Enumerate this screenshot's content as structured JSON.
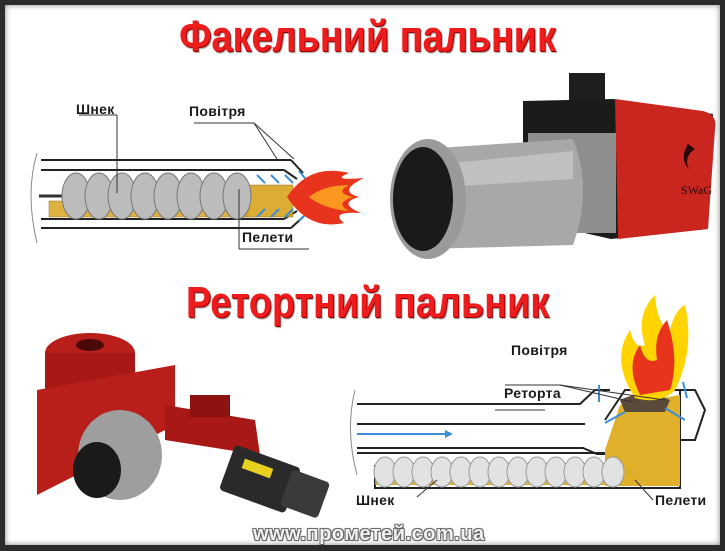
{
  "titles": {
    "torch": "Факельний пальник",
    "retort": "Ретортний пальник"
  },
  "torch_diagram": {
    "labels": {
      "auger": "Шнек",
      "air": "Повітря",
      "pellets": "Пелети"
    }
  },
  "retort_diagram": {
    "labels": {
      "air": "Повітря",
      "retort": "Реторта",
      "auger": "Шнек",
      "pellets": "Пелети"
    }
  },
  "product_photos": {
    "torch_burner": "torch-burner-photo",
    "torch_burner_brand": "SWaG",
    "retort_burner": "retort-burner-photo"
  },
  "footer": {
    "url": "www.прометей.com.ua"
  },
  "colors": {
    "title_red": "#ee1c1c",
    "frame": "#2b2b2b",
    "air_arrow": "#3a8fd8",
    "pellet": "#d9a520",
    "flame_red": "#e8341c",
    "flame_yellow": "#ffd400",
    "burner_red": "#c8261e"
  }
}
